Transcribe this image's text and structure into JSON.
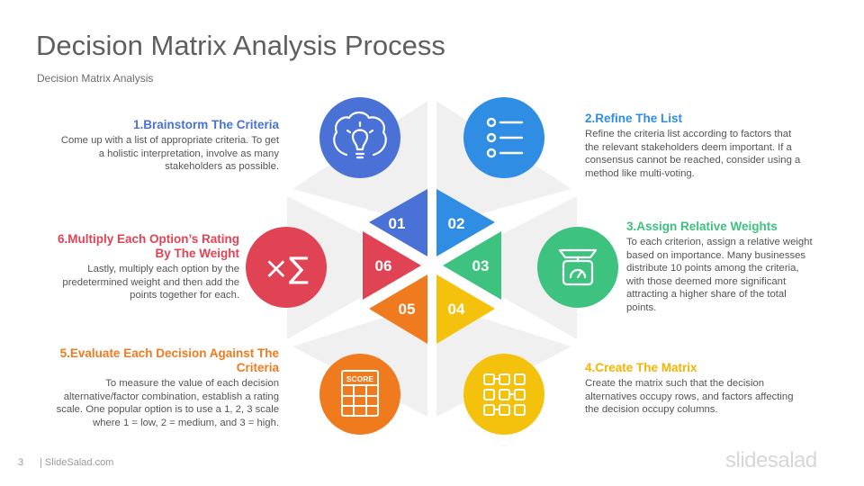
{
  "title": "Decision Matrix Analysis Process",
  "subtitle": "Decision Matrix Analysis",
  "steps": [
    {
      "num": "01",
      "heading": "1.Brainstorm The Criteria",
      "lines": [
        "Come up with a list of appropriate criteria. To get",
        "a holistic interpretation, involve as many",
        "stakeholders as possible."
      ],
      "color": "#4a72d6",
      "icon": "brain-lightbulb-icon"
    },
    {
      "num": "02",
      "heading": "2.Refine The List",
      "lines": [
        "Refine the criteria list according to factors that",
        "the relevant stakeholders deem important. If a",
        "consensus cannot be reached, consider using a",
        "method like multi-voting."
      ],
      "color": "#2f8de4",
      "icon": "list-icon"
    },
    {
      "num": "03",
      "heading": "3.Assign Relative Weights",
      "lines": [
        "To each criterion, assign a relative weight",
        "based on importance. Many businesses",
        "distribute 10 points among the criteria,",
        "with those deemed  more significant",
        "attracting a higher share of the total",
        "points."
      ],
      "color": "#3ec27f",
      "icon": "scale-icon"
    },
    {
      "num": "04",
      "heading": "4.Create The Matrix",
      "lines": [
        "Create the matrix such that the decision",
        "alternatives occupy rows, and factors affecting",
        "the decision occupy columns."
      ],
      "color": "#f4c20d",
      "icon": "matrix-grid-icon"
    },
    {
      "num": "05",
      "heading_lines": [
        "5.Evaluate Each Decision Against The",
        "Criteria"
      ],
      "lines": [
        "To measure the value of each decision",
        "alternative/factor combination, establish a rating",
        "scale. One popular option is to use a 1, 2, 3 scale",
        "where 1 = low, 2 = medium, and 3 = high."
      ],
      "color": "#f07b1f",
      "icon": "scoreboard-icon",
      "icon_text": "SCORE"
    },
    {
      "num": "06",
      "heading_lines": [
        "6.Multiply Each Option’s  Rating",
        "By The Weight"
      ],
      "lines": [
        "Lastly, multiply each option by the",
        "predetermined  weight and then add the",
        "points together for each."
      ],
      "color": "#e04354",
      "icon": "multiply-sum-icon",
      "icon_text": "×∑"
    }
  ],
  "footer": {
    "page": "3",
    "site": "| SlideSalad.com",
    "brand": "slidesalad"
  }
}
